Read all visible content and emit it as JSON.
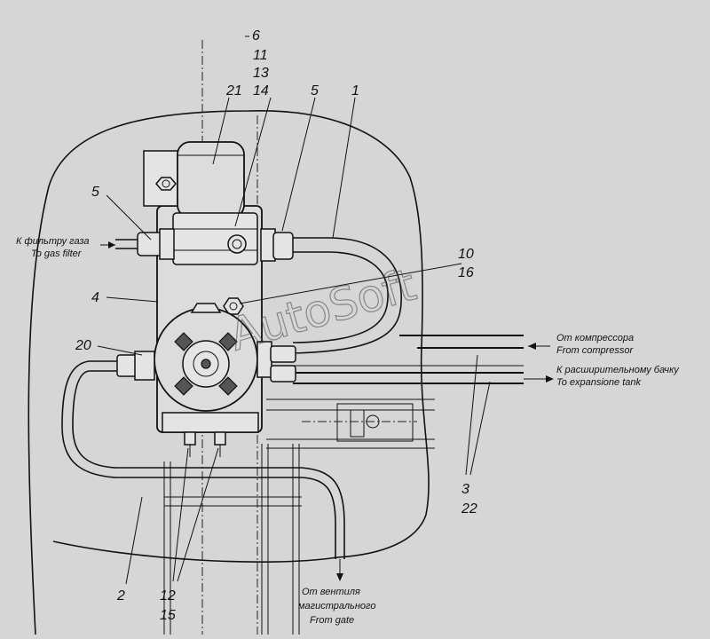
{
  "callouts": {
    "c6": "6",
    "c11": "11",
    "c13": "13",
    "c14": "14",
    "c21": "21",
    "c5_top": "5",
    "c1": "1",
    "c5_left": "5",
    "c10": "10",
    "c16": "16",
    "c4": "4",
    "c20": "20",
    "c3": "3",
    "c22": "22",
    "c2": "2",
    "c12": "12",
    "c15": "15"
  },
  "labels": {
    "gas_filter_ru": "К фильтру газа",
    "gas_filter_en": "To gas filter",
    "compressor_ru": "От компрессора",
    "compressor_en": "From compressor",
    "expansion_ru": "К расширительному бачку",
    "expansion_en": "To expansione tank",
    "gate_ru_1": "От вентиля",
    "gate_ru_2": "магистрального",
    "gate_en": "From gate"
  },
  "watermark": "AutoSoft",
  "colors": {
    "background": "#d6d6d6",
    "ink": "#111111"
  }
}
